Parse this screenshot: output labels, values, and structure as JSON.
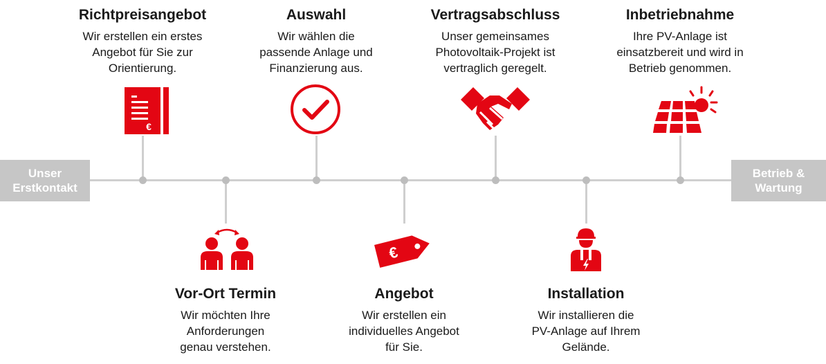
{
  "start_box": {
    "line1": "Unser",
    "line2": "Erstkontakt"
  },
  "end_box": {
    "line1": "Betrieb &",
    "line2": "Wartung"
  },
  "steps_top": [
    {
      "title": "Richtpreisangebot",
      "desc": [
        "Wir erstellen ein erstes",
        "Angebot für Sie zur",
        "Orientierung."
      ],
      "icon": "document-euro-icon"
    },
    {
      "title": "Auswahl",
      "desc": [
        "Wir wählen die",
        "passende Anlage und",
        "Finanzierung aus."
      ],
      "icon": "checkmark-circle-icon"
    },
    {
      "title": "Vertragsabschluss",
      "desc": [
        "Unser gemeinsames",
        "Photovoltaik-Projekt ist",
        "vertraglich geregelt."
      ],
      "icon": "handshake-icon"
    },
    {
      "title": "Inbetriebnahme",
      "desc": [
        "Ihre PV-Anlage ist",
        "einsatzbereit und wird in",
        "Betrieb genommen."
      ],
      "icon": "solar-panel-sun-icon"
    }
  ],
  "steps_bottom": [
    {
      "title": "Vor-Ort Termin",
      "desc": [
        "Wir möchten Ihre",
        "Anforderungen",
        "genau verstehen."
      ],
      "icon": "two-people-icon"
    },
    {
      "title": "Angebot",
      "desc": [
        "Wir erstellen ein",
        "individuelles Angebot",
        "für Sie."
      ],
      "icon": "price-tag-euro-icon"
    },
    {
      "title": "Installation",
      "desc": [
        "Wir installieren die",
        "PV-Anlage auf Ihrem",
        "Gelände."
      ],
      "icon": "installer-worker-icon"
    }
  ],
  "colors": {
    "accent": "#e30613",
    "line": "#cfcfcf",
    "dot": "#bdbdbd",
    "endbox": "#c6c6c6",
    "text": "#1a1a1a"
  },
  "icon_glyphs": {
    "euro": "€"
  }
}
